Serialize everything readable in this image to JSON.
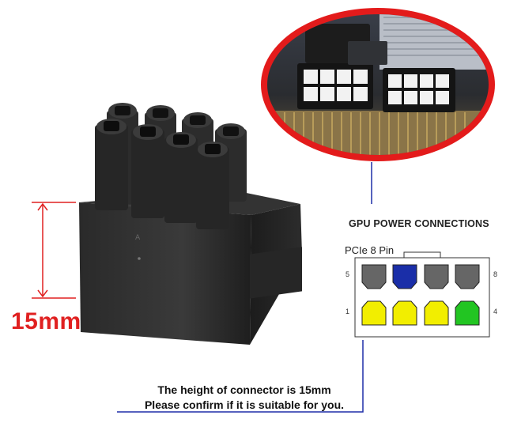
{
  "dimension": {
    "label": "15mm",
    "color": "#e02020"
  },
  "diagram": {
    "title": "GPU POWER CONNECTIONS",
    "connector_label": "PCIe 8 Pin",
    "pin_numbers": {
      "top_left": "5",
      "top_right": "8",
      "bottom_left": "1",
      "bottom_right": "4"
    },
    "top_row_pin_colors": [
      "#666666",
      "#1a2ea8",
      "#666666",
      "#666666"
    ],
    "bottom_row_pin_colors": [
      "#f2ee00",
      "#f2ee00",
      "#f2ee00",
      "#22c522"
    ]
  },
  "note": {
    "line1": "The height of connector is 15mm",
    "line2": "Please confirm if it is suitable for you."
  },
  "colors": {
    "callout_ring": "#e31b1b",
    "leader_line": "#1e2fa8"
  }
}
